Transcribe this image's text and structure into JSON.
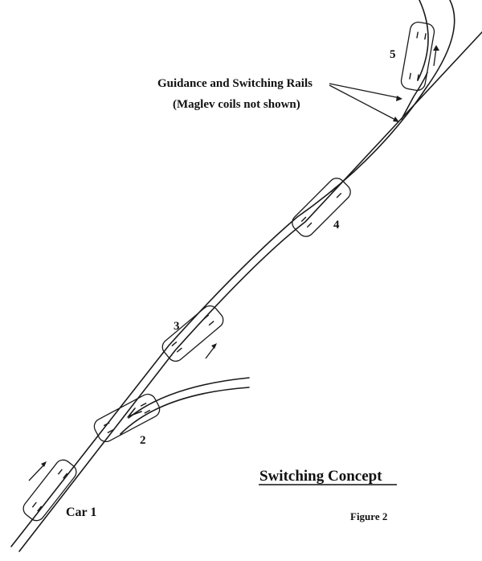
{
  "labels": {
    "car1": "Car 1",
    "car2": "2",
    "car3": "3",
    "car4": "4",
    "car5": "5",
    "rails_line1": "Guidance and Switching Rails",
    "rails_line2": "(Maglev coils not shown)",
    "title": "Switching Concept",
    "figure": "Figure 2"
  }
}
